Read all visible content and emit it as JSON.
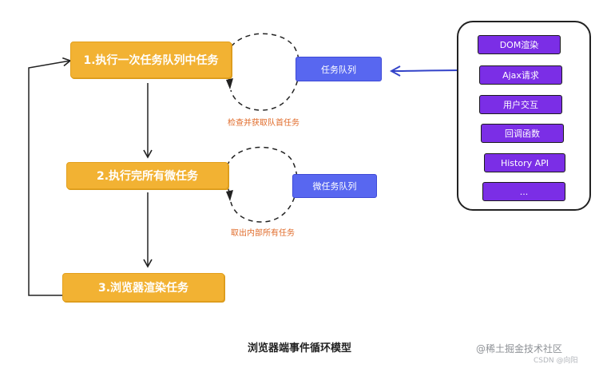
{
  "steps": [
    {
      "label": "1.执行一次任务队列中任务"
    },
    {
      "label": "2.执行完所有微任务"
    },
    {
      "label": "3.浏览器渲染任务"
    }
  ],
  "queues": {
    "task_queue": "任务队列",
    "microtask_queue": "微任务队列"
  },
  "notes": {
    "task_loop": "检查并获取队首任务",
    "microtask_loop": "取出内部所有任务"
  },
  "sources": [
    "DOM渲染",
    "Ajax请求",
    "用户交互",
    "回调函数",
    "History API",
    "..."
  ],
  "caption": "浏览器端事件循环模型",
  "watermark": "@稀土掘金技术社区",
  "credit": "CSDN @向阳",
  "colors": {
    "step": "#f2b233",
    "queue": "#5867f0",
    "source": "#7b2ee6",
    "arrow_blue": "#3343c9",
    "note": "#e06b2a"
  }
}
